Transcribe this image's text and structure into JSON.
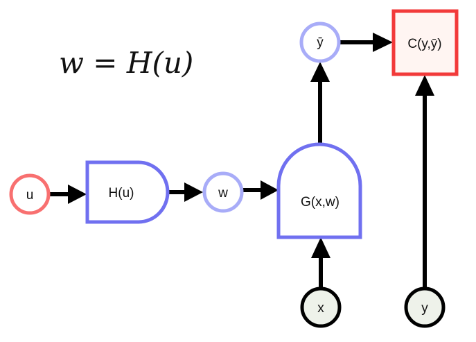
{
  "formula": "w = H(u)",
  "nodes": {
    "u": "u",
    "h": "H(u)",
    "w": "w",
    "g": "G(x,w)",
    "ybar": "ȳ",
    "c": "C(y,ȳ)",
    "x": "x",
    "y": "y"
  },
  "colors": {
    "input": "#f87070",
    "function": "#7070f0",
    "latent": "#a8acf8",
    "cost": "#f23a3a",
    "cost_fill": "#fff5f2",
    "observed_fill": "#eef2ea"
  }
}
